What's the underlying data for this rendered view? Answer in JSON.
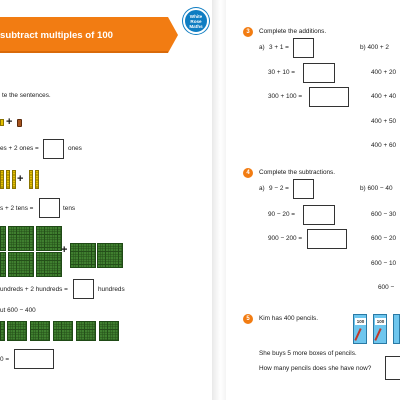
{
  "left_page": {
    "banner_title": "subtract multiples of 100",
    "logo_lines": [
      "White",
      "Rose",
      "Maths"
    ],
    "instruction": "te the sentences.",
    "q_ones_sentence": "es + 2 ones =",
    "q_ones_unit": "ones",
    "q_tens_sentence": "s + 2 tens =",
    "q_tens_unit": "tens",
    "q_hundreds_sentence": "undreds + 2 hundreds =",
    "q_hundreds_unit": "hundreds",
    "q_work_out": "ut 600 − 400",
    "q_answer_prefix": "0 =",
    "plus_symbol": "+"
  },
  "right_page": {
    "q3": {
      "number": "3",
      "title": "Complete the additions.",
      "a_label": "a)",
      "a_rows": [
        "3 + 1 =",
        "30 + 10 =",
        "300 + 100 ="
      ],
      "b_first": "b)  400 + 2",
      "b_rows": [
        "400 + 20",
        "400 + 40",
        "400 + 50",
        "400 + 60"
      ]
    },
    "q4": {
      "number": "4",
      "title": "Complete the subtractions.",
      "a_label": "a)",
      "a_rows": [
        "9 − 2 =",
        "90 − 20 =",
        "900 − 200 ="
      ],
      "b_first": "b)  600 − 40",
      "b_rows": [
        "600 − 30",
        "600 − 20",
        "600 − 10",
        "600 −"
      ]
    },
    "q5": {
      "number": "5",
      "line1": "Kim has 400 pencils.",
      "line2": "She buys 5 more boxes of pencils.",
      "line3": "How many pencils does she have now?",
      "box_label": "100"
    }
  }
}
